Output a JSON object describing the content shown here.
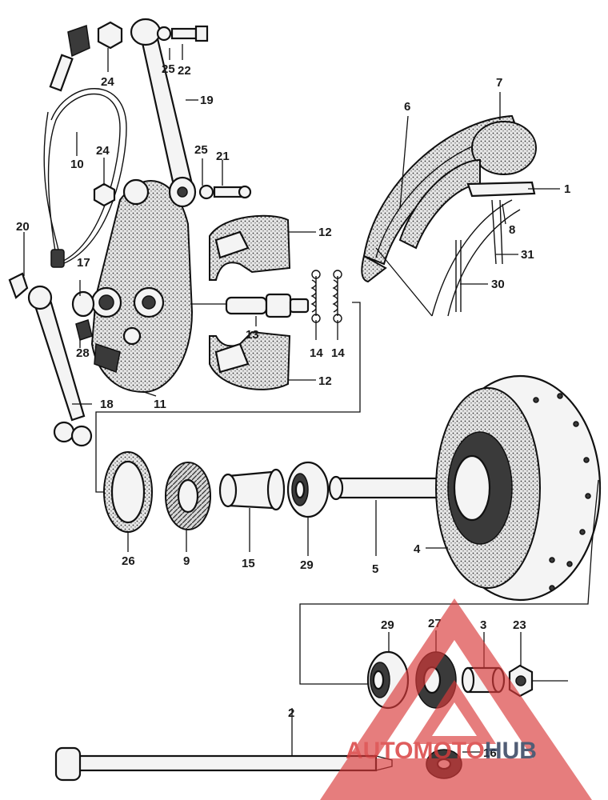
{
  "labels": {
    "p1": "1",
    "p2": "2",
    "p3": "3",
    "p4": "4",
    "p5": "5",
    "p6": "6",
    "p7": "7",
    "p8": "8",
    "p9": "9",
    "p10": "10",
    "p11": "11",
    "p12a": "12",
    "p12b": "12",
    "p13": "13",
    "p14a": "14",
    "p14b": "14",
    "p15": "15",
    "p16": "16",
    "p17": "17",
    "p18": "18",
    "p19": "19",
    "p20": "20",
    "p21": "21",
    "p22": "22",
    "p23": "23",
    "p24a": "24",
    "p24b": "24",
    "p25a": "25",
    "p25b": "25",
    "p26": "26",
    "p27": "27",
    "p28": "28",
    "p29a": "29",
    "p29b": "29",
    "p30": "30",
    "p31": "31"
  },
  "watermark": {
    "text_red": "AUTOMOTO",
    "text_dark": "HUB",
    "color_red": "#d93a3a",
    "color_dark": "#2b3a57"
  }
}
